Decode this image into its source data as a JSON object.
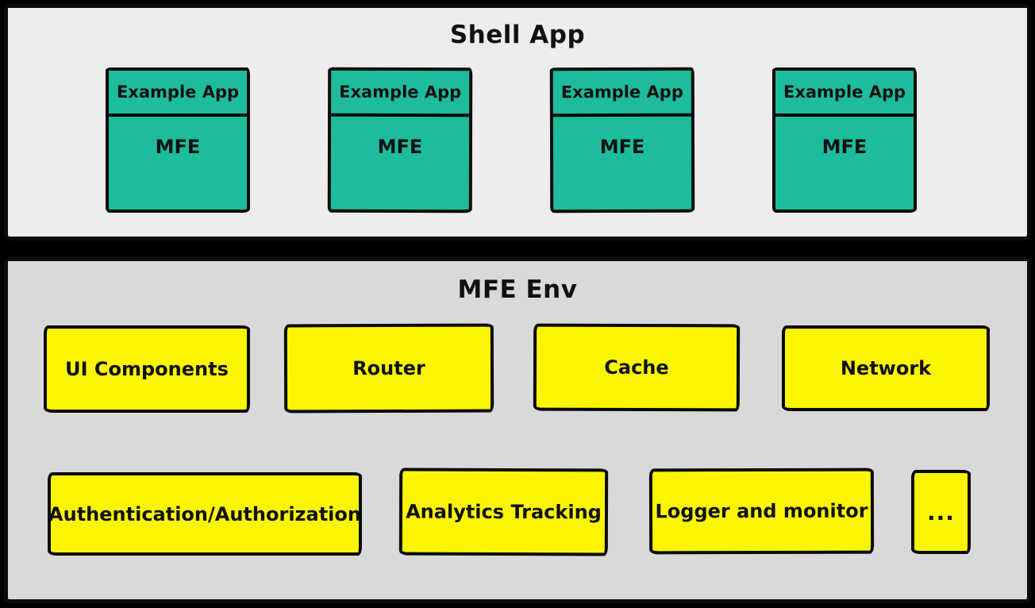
{
  "colors": {
    "background": "#000000",
    "shell_bg": "#EDEDED",
    "env_bg": "#D9D9D9",
    "app_fill": "#1CBC9C",
    "service_fill": "#FBF502",
    "stroke": "#0b0b0b",
    "text": "#111111"
  },
  "shell": {
    "title": "Shell App",
    "apps": [
      {
        "header": "Example App",
        "label": "MFE"
      },
      {
        "header": "Example App",
        "label": "MFE"
      },
      {
        "header": "Example App",
        "label": "MFE"
      },
      {
        "header": "Example App",
        "label": "MFE"
      }
    ]
  },
  "env": {
    "title": "MFE Env",
    "services_row1": [
      {
        "label": "UI Components"
      },
      {
        "label": "Router"
      },
      {
        "label": "Cache"
      },
      {
        "label": "Network"
      }
    ],
    "services_row2": [
      {
        "label": "Authentication/Authorization"
      },
      {
        "label": "Analytics Tracking"
      },
      {
        "label": "Logger and monitor"
      },
      {
        "label": "..."
      }
    ]
  }
}
